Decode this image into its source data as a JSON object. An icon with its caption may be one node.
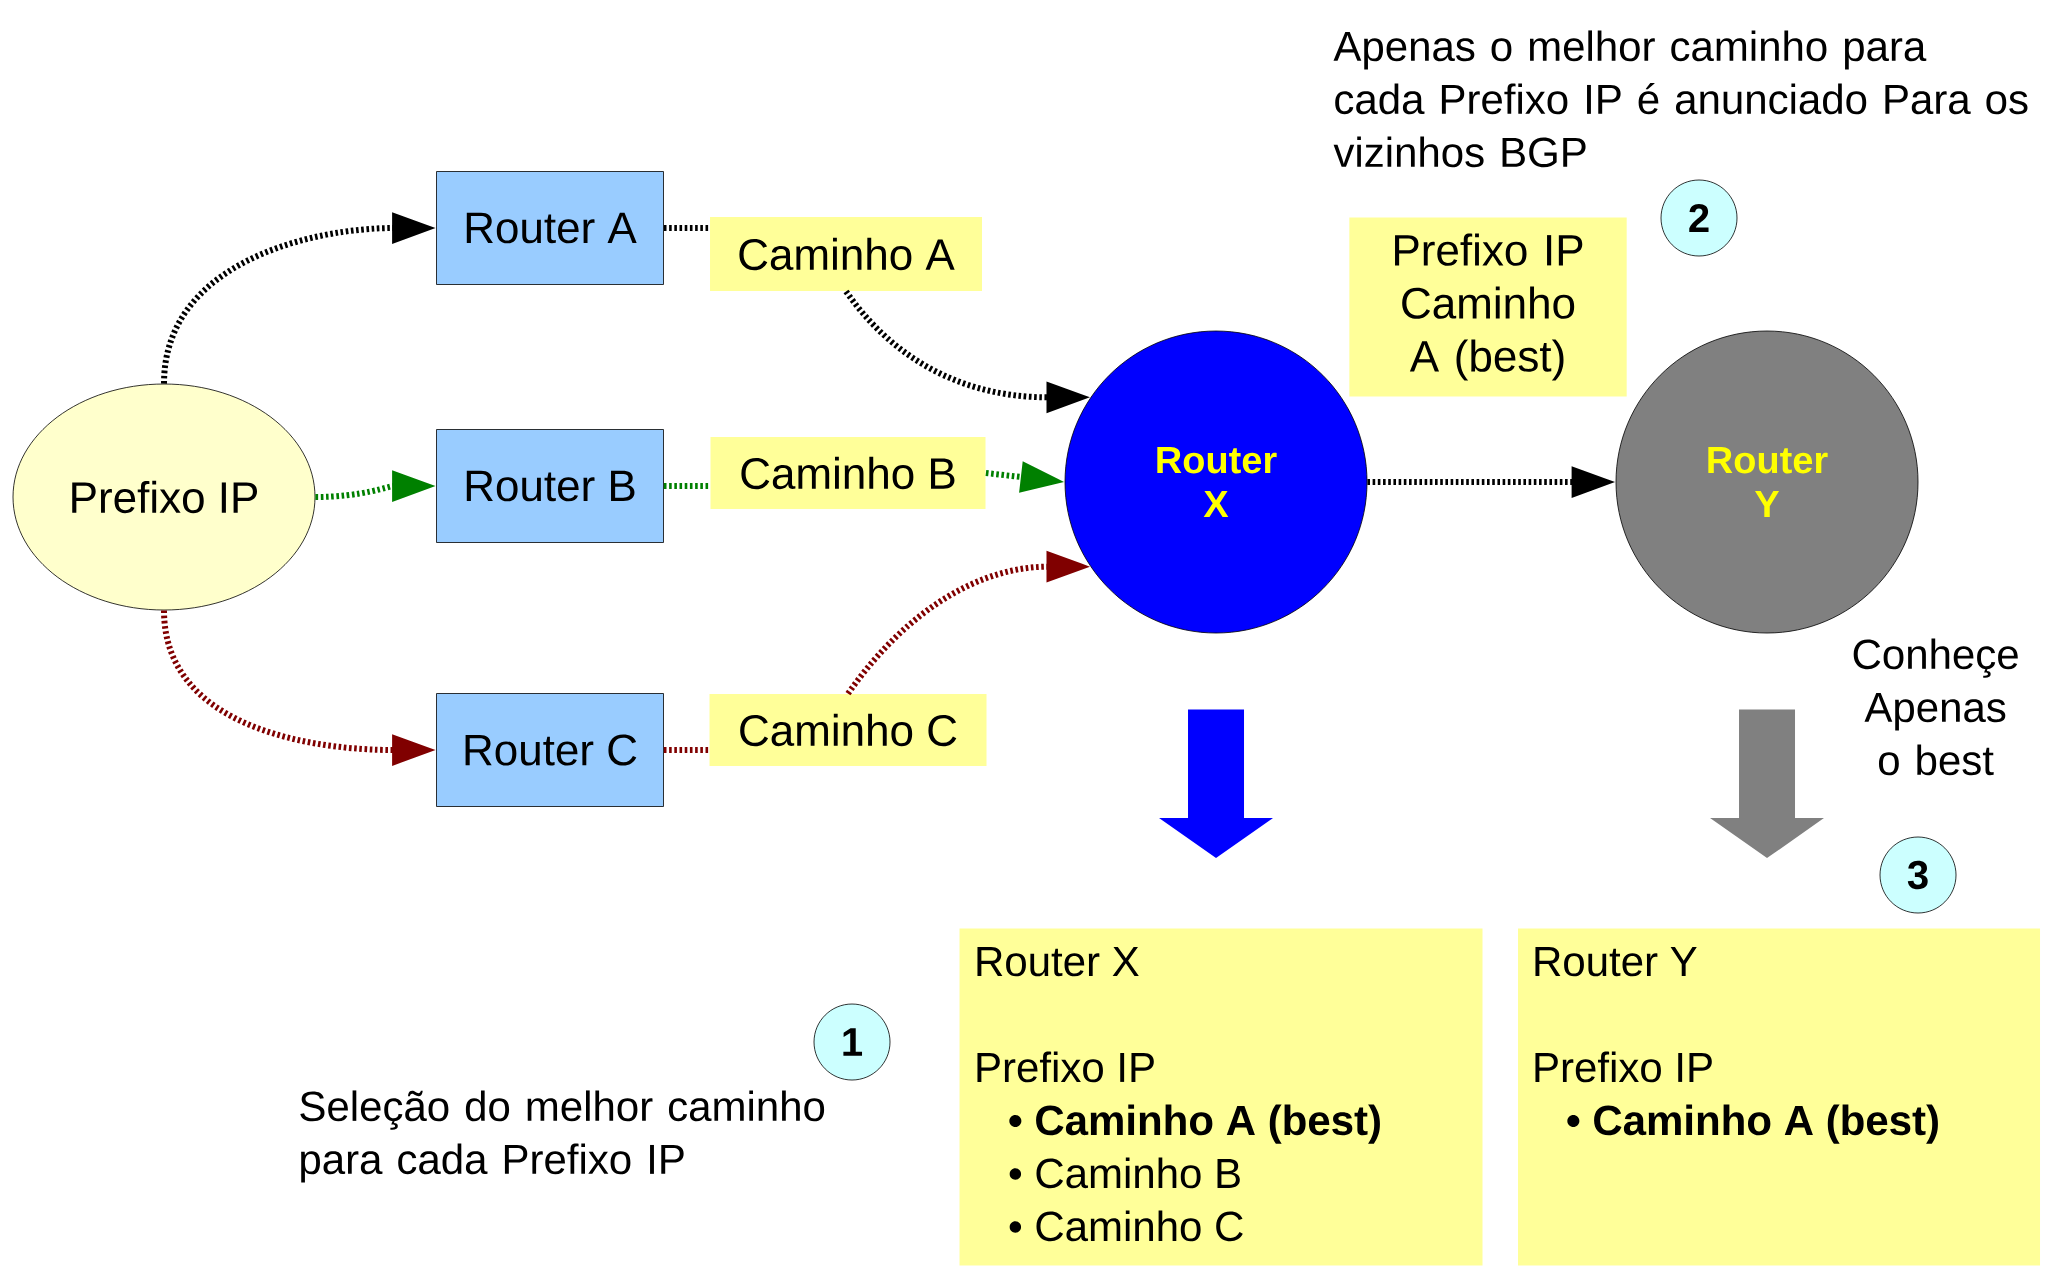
{
  "diagram": {
    "nodes": [
      {
        "text": [
          "Prefixo IP"
        ]
      },
      {
        "text": [
          "Router A"
        ]
      },
      {
        "text": [
          "Router B"
        ]
      },
      {
        "text": [
          "Router C"
        ]
      },
      {
        "text": [
          "Caminho A"
        ]
      },
      {
        "text": [
          "Caminho B"
        ]
      },
      {
        "text": [
          "Caminho C"
        ]
      },
      {
        "text": [
          "Router X"
        ]
      },
      {
        "text": [
          "Router Y"
        ]
      },
      {
        "text": [
          "Prefixo IP Caminho A (best)"
        ]
      },
      {
        "text": [
          "Router X",
          "Prefixo IP",
          "• Caminho A (best)",
          "• Caminho B",
          "• Caminho C"
        ]
      },
      {
        "text": [
          "Router Y",
          "Prefixo IP",
          "• Caminho A (best)"
        ]
      },
      {
        "text": [
          "1"
        ]
      },
      {
        "text": [
          "2"
        ]
      },
      {
        "text": [
          "3"
        ]
      }
    ],
    "edges": [
      {
        "from": 0,
        "to": 1,
        "arrow": "to",
        "style": "dashed",
        "color": "#000000"
      },
      {
        "from": 1,
        "to": 4,
        "arrow": "none",
        "style": "dashed",
        "color": "#000000"
      },
      {
        "from": 4,
        "to": 7,
        "arrow": "to",
        "style": "dashed",
        "color": "#000000"
      },
      {
        "from": 0,
        "to": 2,
        "arrow": "to",
        "style": "dashed",
        "color": "#008000"
      },
      {
        "from": 2,
        "to": 5,
        "arrow": "none",
        "style": "dashed",
        "color": "#008000"
      },
      {
        "from": 5,
        "to": 7,
        "arrow": "to",
        "style": "dashed",
        "color": "#008000"
      },
      {
        "from": 0,
        "to": 3,
        "arrow": "to",
        "style": "dashed",
        "color": "#800000"
      },
      {
        "from": 3,
        "to": 6,
        "arrow": "none",
        "style": "dashed",
        "color": "#800000"
      },
      {
        "from": 6,
        "to": 7,
        "arrow": "to",
        "style": "dashed",
        "color": "#800000"
      },
      {
        "from": 7,
        "to": 8,
        "arrow": "to",
        "style": "dashed",
        "color": "#000000"
      },
      {
        "from": 7,
        "to": 10,
        "arrow": "to",
        "style": "thick",
        "color": "#0000ff"
      },
      {
        "from": 8,
        "to": 11,
        "arrow": "to",
        "style": "thick",
        "color": "#808080"
      }
    ],
    "labels": [
      "Apenas o melhor caminho para cada Prefixo IP é anunciado Para os vizinhos BGP",
      "Conheçe Apenas o best",
      "Seleção do melhor caminho para cada Prefixo IP"
    ]
  }
}
